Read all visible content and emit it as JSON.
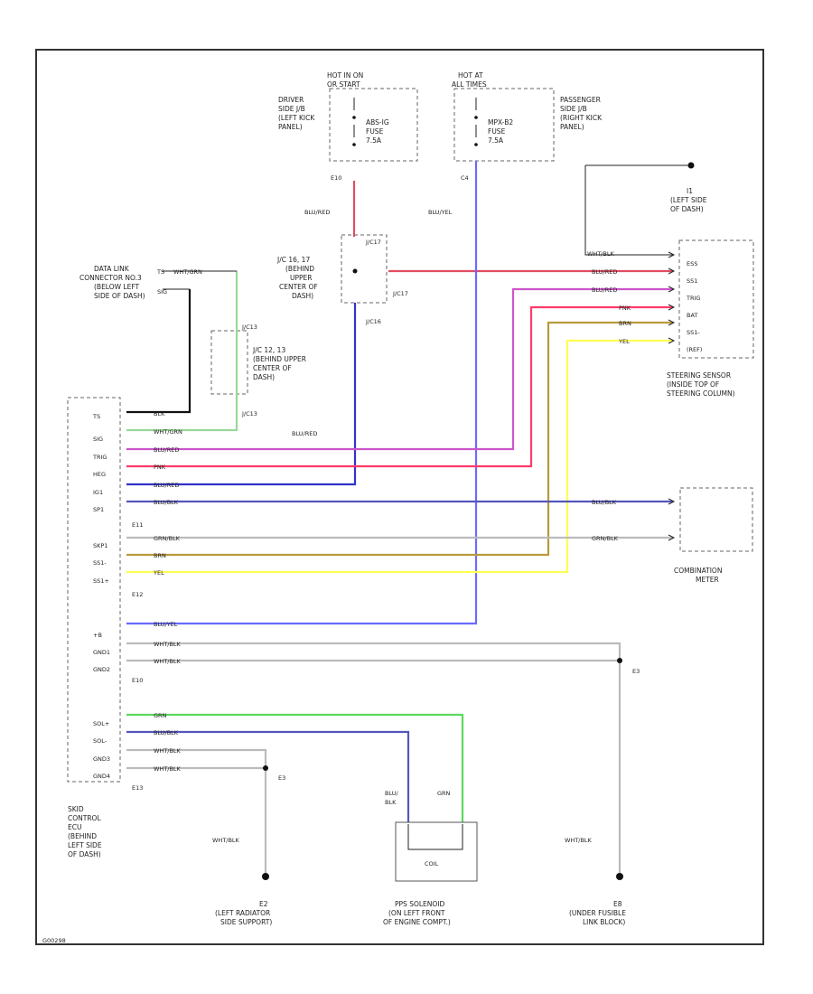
{
  "colors": {
    "WHT_BLK": "#bbbbbb",
    "BLU_RED": "#3333cc",
    "BLU_YEL": "#6a6aff",
    "BLU_BLK": "#5555bb",
    "PNK": "#ff3b6a",
    "GRN": "#5bd85b",
    "BRN": "#b89a3a",
    "YEL": "#ffff55",
    "RED": "#e04c62",
    "VIOLET": "#cc55cc",
    "BLK": "#111111",
    "WHT_GRN": "#9ad89a"
  },
  "fuse_left": {
    "hot": "HOT IN ON",
    "hot2": "OR START",
    "loc": [
      "DRIVER",
      "SIDE J/B",
      "(LEFT KICK",
      "PANEL)"
    ],
    "fuse": [
      "ABS-IG",
      "FUSE",
      "7.5A"
    ],
    "connector": "E10"
  },
  "fuse_right": {
    "hot": "HOT AT",
    "hot2": "ALL TIMES",
    "loc": [
      "PASSENGER",
      "SIDE J/B",
      "(RIGHT KICK",
      "PANEL)"
    ],
    "fuse": [
      "MPX-B2",
      "FUSE",
      "7.5A"
    ],
    "connector": "C4"
  },
  "ground_top": [
    "I1",
    "(LEFT SIDE",
    "OF DASH)"
  ],
  "data_link": [
    "DATA LINK",
    "CONNECTOR NO.3",
    "(BELOW LEFT",
    "SIDE OF DASH)"
  ],
  "jc_upper": [
    "J/C 16, 17",
    "(BEHIND",
    "UPPER",
    "CENTER OF",
    "DASH)"
  ],
  "jc_lower": [
    "J/C 12, 13",
    "(BEHIND UPPER",
    "CENTER OF",
    "DASH)"
  ],
  "junctions": {
    "j_a": "J/C17",
    "j_b": "J/C17",
    "j_c": "J/C16",
    "j_d": "J/C13",
    "j_e": "J/C13"
  },
  "ecu_terms": [
    "TS",
    "SIG",
    "TRIG",
    "HEG",
    "IG1",
    "SP1",
    "SKP1",
    "SS1-",
    "SS1+",
    "+B",
    "GND1",
    "GND2",
    "SOL+",
    "SOL-",
    "GND3",
    "GND4"
  ],
  "ecu_label": [
    "SKID",
    "CONTROL",
    "ECU",
    "(BEHIND",
    "LEFT SIDE",
    "OF DASH)"
  ],
  "ecu_connectors": {
    "c1": "E11",
    "c2": "E12",
    "c3": "E10",
    "c4": "E13"
  },
  "sensor_terms": [
    "ESS",
    "SS1",
    "TRIG",
    "BAT",
    "SS1-",
    "(REF)"
  ],
  "sensor_label": [
    "STEERING SENSOR",
    "(INSIDE TOP OF",
    "STEERING COLUMN)"
  ],
  "meter_label": [
    "COMBINATION",
    "METER"
  ],
  "wire_labels": {
    "blu_red_top": "BLU/RED",
    "blu_yel_top": "BLU/YEL",
    "blu_red_mid": "BLU/RED",
    "wht_grn": "WHT/GRN",
    "wht_blk": "WHT/BLK",
    "blk": "BLK",
    "blu_yel": "BLU/YEL",
    "pnk": "PNK",
    "blu_blk": "BLU/BLK",
    "grn_blk": "GRN/BLK",
    "brn": "BRN",
    "yel": "YEL",
    "grn": "GRN",
    "blu_blk2": "BLU/",
    "blk2": "BLK",
    "grn2": "GRN"
  },
  "grounds": {
    "e3": "E3",
    "e2": [
      "E2",
      "(LEFT RADIATOR",
      "SIDE SUPPORT)"
    ],
    "e8": [
      "E8",
      "(UNDER FUSIBLE",
      "LINK BLOCK)"
    ],
    "e3b": "E3"
  },
  "solenoid": {
    "label": [
      "PPS SOLENOID",
      "(ON LEFT FRONT",
      "OF ENGINE COMPT.)"
    ],
    "inner": "COIL"
  },
  "page_code": "G00298"
}
